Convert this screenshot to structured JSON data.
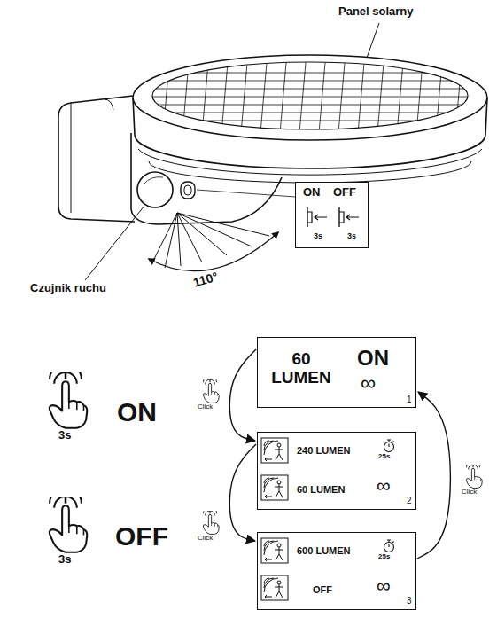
{
  "diagram": {
    "nodes": [
      {
        "text": [
          "ON",
          "OFF",
          "3s",
          "3s"
        ]
      },
      {
        "text": [
          "60 LUMEN",
          "ON",
          "∞",
          "1"
        ]
      },
      {
        "text": [
          "240 LUMEN",
          "25s",
          "60 LUMEN",
          "∞",
          "2"
        ]
      },
      {
        "text": [
          "600 LUMEN",
          "25s",
          "OFF",
          "∞",
          "3"
        ]
      }
    ],
    "edges": [
      {
        "from": 1,
        "to": 2,
        "label": "Click",
        "arrow": "to"
      },
      {
        "from": 2,
        "to": 3,
        "label": "Click",
        "arrow": "to"
      },
      {
        "from": 3,
        "to": 1,
        "label": "Click",
        "arrow": "to"
      }
    ],
    "labels": [
      "Panel solarny",
      "Czujnik ruchu",
      "110°",
      "ON",
      "3s",
      "OFF",
      "3s"
    ]
  }
}
